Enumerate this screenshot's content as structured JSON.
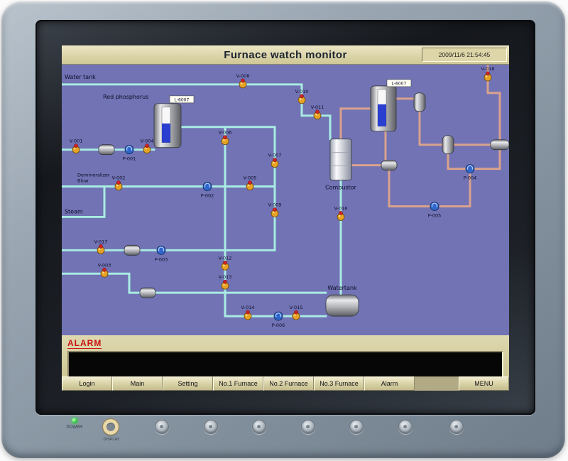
{
  "titlebar": {
    "title": "Furnace watch monitor",
    "timestamp": "2009/11/6 21:54:45"
  },
  "alarm": {
    "label": "ALARM"
  },
  "nav": {
    "buttons": [
      "Login",
      "Main",
      "Setting",
      "No.1 Furnace",
      "No.2 Furnace",
      "No.3 Furnace",
      "Alarm"
    ],
    "menu": "MENU"
  },
  "diagram": {
    "labels": {
      "water_tank_top": "Water tank",
      "red_phosphorus": "Red phosphorus",
      "demin_line1": "Demineralizer",
      "demin_line2": "Blow",
      "steam": "Steam",
      "combustor": "Combustor",
      "water_tank_bottom": "Watertank"
    },
    "indicators": [
      "L-6007",
      "L-6007"
    ],
    "valves": [
      "V-001",
      "V-002",
      "V-003",
      "V-004",
      "V-005",
      "V-006",
      "V-007",
      "V-008",
      "V-009",
      "V-010",
      "V-011",
      "V-012",
      "V-013",
      "V-014",
      "V-015",
      "V-016",
      "V-017",
      "V-018"
    ],
    "pumps": [
      "P-001",
      "P-002",
      "P-003",
      "P-004",
      "P-005",
      "P-006"
    ]
  },
  "device": {
    "power_label": "POWER",
    "display_button_label": "DISPLAY"
  }
}
